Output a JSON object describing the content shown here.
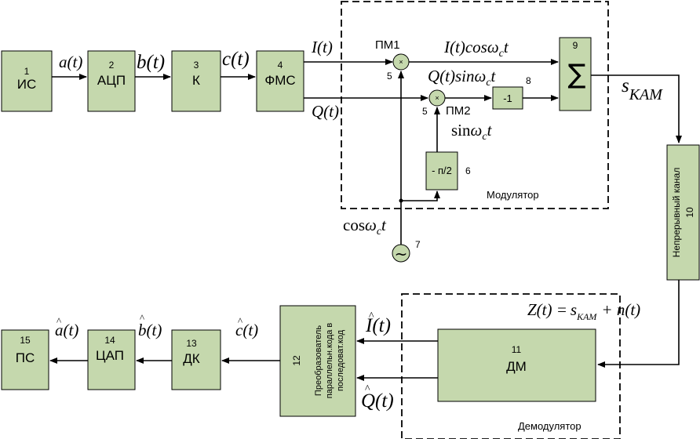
{
  "blocks": {
    "b1": {
      "num": "1",
      "label": "ИС"
    },
    "b2": {
      "num": "2",
      "label": "АЦП"
    },
    "b3": {
      "num": "3",
      "label": "К"
    },
    "b4": {
      "num": "4",
      "label": "ФМС"
    },
    "b9": {
      "num": "9",
      "symbol": "∑"
    },
    "b8": {
      "num": "8",
      "label": "-1"
    },
    "b6": {
      "num": "6",
      "label": "- п/2"
    },
    "b7": {
      "num": "7",
      "symbol": "~"
    },
    "b10": {
      "num": "10",
      "label": "Непрерывный канал"
    },
    "b11": {
      "num": "11",
      "label": "ДМ"
    },
    "b12": {
      "num": "12",
      "label_line1": "Преобразователь",
      "label_line2": "параллельн.кода в",
      "label_line3": "последоват.код"
    },
    "b13": {
      "num": "13",
      "label": "ДК"
    },
    "b14": {
      "num": "14",
      "label": "ЦАП"
    },
    "b15": {
      "num": "15",
      "label": "ПС"
    }
  },
  "multipliers": {
    "pm1": {
      "label": "ПМ1",
      "num": "5",
      "symbol": "×"
    },
    "pm2": {
      "label": "ПМ2",
      "num": "5",
      "symbol": "×"
    }
  },
  "signals": {
    "a": "a(t)",
    "b": "b(t)",
    "c": "c(t)",
    "I": "I(t)",
    "Q": "Q(t)",
    "Icos": "I(t)cos",
    "Icos_w": "ω",
    "Icos_c": "c",
    "Icos_t": "t",
    "Qsin": "Q(t)sin",
    "Qsin_w": "ω",
    "Qsin_c": "c",
    "Qsin_t": "t",
    "sin": "sin",
    "sin_w": "ω",
    "sin_c": "c",
    "sin_t": "t",
    "cos": "cos",
    "cos_w": "ω",
    "cos_c": "c",
    "cos_t": "t",
    "s": "s",
    "s_sub": "КАМ",
    "Z": "Z(t) =",
    "Z_s": "s",
    "Z_sub": "КАМ",
    "Z_tail": "+ n(t)",
    "I_hat": "I(t)",
    "Q_hat": "Q(t)",
    "c_hat": "c(t)",
    "b_hat": "b(t)",
    "a_hat": "a(t)"
  },
  "regions": {
    "modulator": "Модулятор",
    "demodulator": "Демодулятор"
  }
}
